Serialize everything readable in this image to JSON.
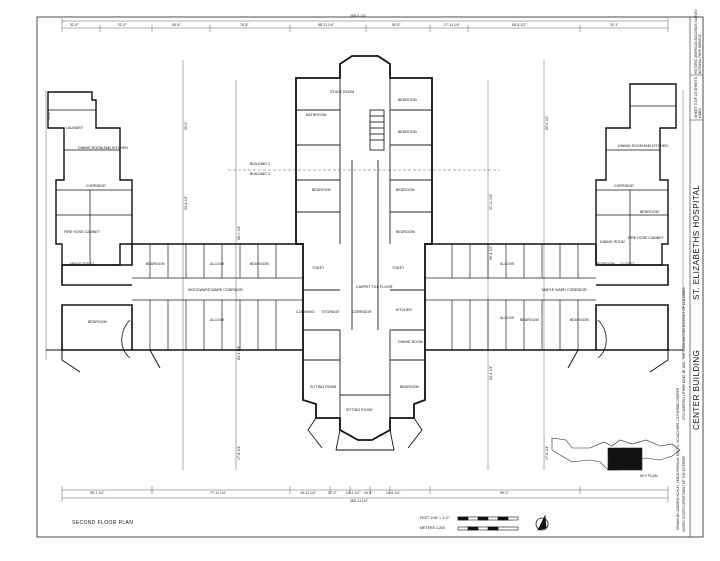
{
  "sheet": {
    "drawing_title": "SECOND FLOOR PLAN",
    "project_title": "ST. ELIZABETHS HOSPITAL",
    "building_name": "CENTER BUILDING",
    "location_line": "2700 MARTIN LUTHER KING JR. AVE., S.E.   WASHINGTON   DISTRICT OF COLUMBIA",
    "drawn_by": "DRAWN BY: ANDREW SCHUH, KENDA POSSUM, MATT U. SCHACHNER, CATHERINE COOPER",
    "agency_line": "UNITED STATES DEPARTMENT OF THE INTERIOR",
    "service_line": "NATIONAL PARK SERVICE",
    "hsr_line": "HISTORIC AMERICAN BUILDINGS SURVEY",
    "survey_no": "HABS",
    "sheet_number": "SHEET 5 OF 15 SHEETS",
    "small_label": "KEY PLAN",
    "scale_feet": "FEET 1/16\" = 1'-0\"",
    "scale_meters": "METERS 1:200",
    "scale_ticks": [
      "0",
      "5",
      "10",
      "20",
      "30"
    ],
    "building_1": "BUILDING 1",
    "building_2": "BUILDING 2"
  },
  "dimensions": {
    "overall_top": "388'-0 1/4\"",
    "top_segments": [
      "32'-6\"",
      "22'-0\"",
      "55'-6\"",
      "76'-8\"",
      "68'-11 1/4\"",
      "50'-0\"",
      "17'-11 1/4\"",
      "65'-6 1/2\"",
      "32'-1\""
    ],
    "overall_bottom": "380'-11 1/4\"",
    "bottom_segments": [
      "95'-2 1/4\"",
      "77'-11 1/4\"",
      "16'-11 1/4\"",
      "17'-0\"",
      "14'-4 1/2\"",
      "16'-4\"",
      "14'-6 1/4\"",
      "95'-2\""
    ],
    "left_verticals": [
      "15'-6\"",
      "35'-6\"",
      "34'-4 1/4\"",
      "68'-0 1/4\"",
      "84'-4 1/4\"",
      "17'-8 1/4\""
    ],
    "right_verticals": [
      "65'-5 1/2\"",
      "37'-11 1/4\"",
      "68'-4 1/2\"",
      "84'-4 1/4\"",
      "17'-8 1/4\""
    ]
  },
  "rooms": [
    {
      "label": "STUDY ROOM"
    },
    {
      "label": "BEDROOM"
    },
    {
      "label": "BATHROOM"
    },
    {
      "label": "BEDROOM"
    },
    {
      "label": "LAUNDRY"
    },
    {
      "label": "DINING ROOM AND KITCHEN"
    },
    {
      "label": "CORRIDOR"
    },
    {
      "label": "FIRE HOSE CABINET"
    },
    {
      "label": "MEN'S TOILET"
    },
    {
      "label": "BEDROOM"
    },
    {
      "label": "ALCOVE"
    },
    {
      "label": "BEDROOM"
    },
    {
      "label": "WOODWARD WARD CORRIDOR"
    },
    {
      "label": "BEDROOM"
    },
    {
      "label": "ALCOVE"
    },
    {
      "label": "CLEANING"
    },
    {
      "label": "STORAGE"
    },
    {
      "label": "CARPET TILE FLOOR"
    },
    {
      "label": "CORRIDOR"
    },
    {
      "label": "BEDROOM"
    },
    {
      "label": "BEDROOM"
    },
    {
      "label": "BEDROOM"
    },
    {
      "label": "SITTING ROOM"
    },
    {
      "label": "SITTING ROOM"
    },
    {
      "label": "KITCHEN"
    },
    {
      "label": "TOILET"
    },
    {
      "label": "TOILET"
    },
    {
      "label": "DINING ROOM"
    },
    {
      "label": "ALCOVE"
    },
    {
      "label": "MAPLE WARD CORRIDOR"
    },
    {
      "label": "BEDROOM"
    },
    {
      "label": "DINING ROOM AND KITCHEN"
    },
    {
      "label": "CORRIDOR"
    },
    {
      "label": "BEDROOM"
    },
    {
      "label": "DINING ROOM"
    },
    {
      "label": "FIRE HOSE CABINET"
    },
    {
      "label": "CLOSET"
    },
    {
      "label": "BEDROOM"
    },
    {
      "label": "BEDROOM"
    },
    {
      "label": "BEDROOM"
    },
    {
      "label": "ALCOVE"
    }
  ]
}
